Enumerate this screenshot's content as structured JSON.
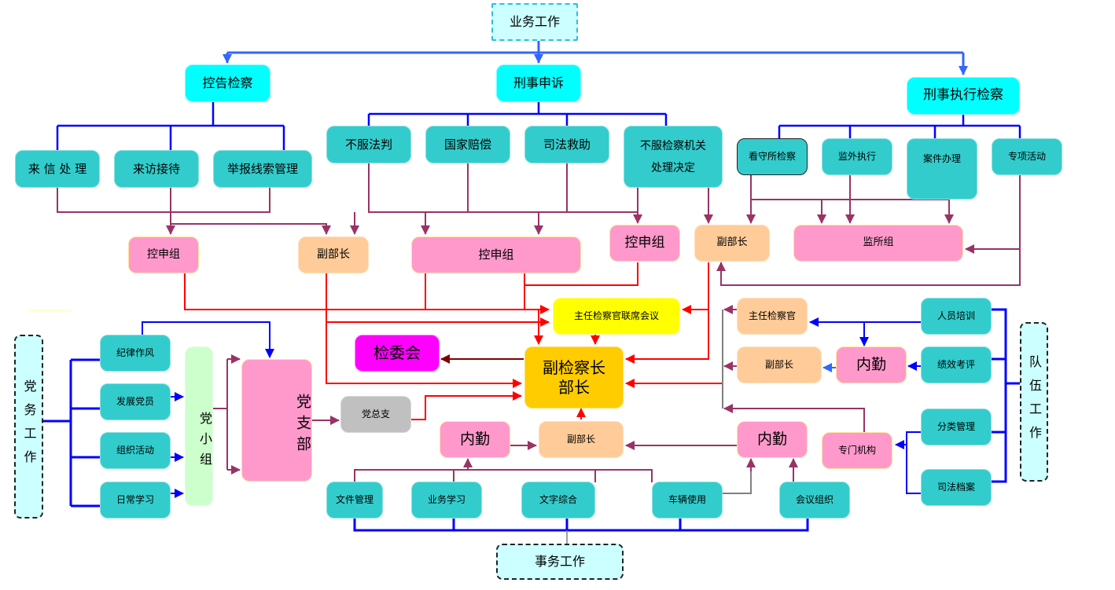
{
  "diagram": {
    "title_top": "业务工作",
    "title_bottom": "事务工作",
    "title_left": "党务工作",
    "title_right": "队伍工作",
    "business": {
      "kongao": "控告检察",
      "xingshi_shensu": "刑事申诉",
      "xingshi_zhixing": "刑事执行检察",
      "kongao_items": [
        "来 信 处 理",
        "来访接待",
        "举报线索管理"
      ],
      "shensu_items": [
        "不服法判",
        "国家赔偿",
        "司法救助",
        "不服检察机关处理决定"
      ],
      "zhixing_items": [
        "看守所检察",
        "监外执行",
        "案件办理",
        "专项活动"
      ]
    },
    "mid": {
      "kongshen_1": "控申组",
      "fubuzhang_1": "副部长",
      "kongshen_2": "控申组",
      "kongshen_3": "控申组",
      "fubuzhang_2": "副部长",
      "jiansuo": "监所组",
      "joint_meeting": "主任检察官联席会议",
      "jianweihui": "检委会",
      "center_line1": "副检察长",
      "center_line2": "部长"
    },
    "party": {
      "items": [
        "纪律作风",
        "发展党员",
        "组织活动",
        "日常学习"
      ],
      "xiaozu": "党小组",
      "zhibu": "党支部",
      "zongzhi": "党总支"
    },
    "affairs": {
      "neiqin_left": "内勤",
      "fubuzhang": "副部长",
      "neiqin_right": "内勤",
      "items": [
        "文件管理",
        "业务学习",
        "文字综合",
        "车辆使用",
        "会议组织"
      ]
    },
    "team": {
      "zhuren": "主任检察官",
      "fubuzhang": "副部长",
      "neiqin": "内勤",
      "zhuanmen": "专门机构",
      "items": [
        "人员培训",
        "绩效考评",
        "分类管理",
        "司法档案"
      ]
    },
    "colors": {
      "blue_line": "#0000ff",
      "light_blue_line": "#3366ff",
      "plum_line": "#993366",
      "red_line": "#ff0000",
      "dark_red_line": "#800000",
      "gray_line": "#808080"
    }
  }
}
